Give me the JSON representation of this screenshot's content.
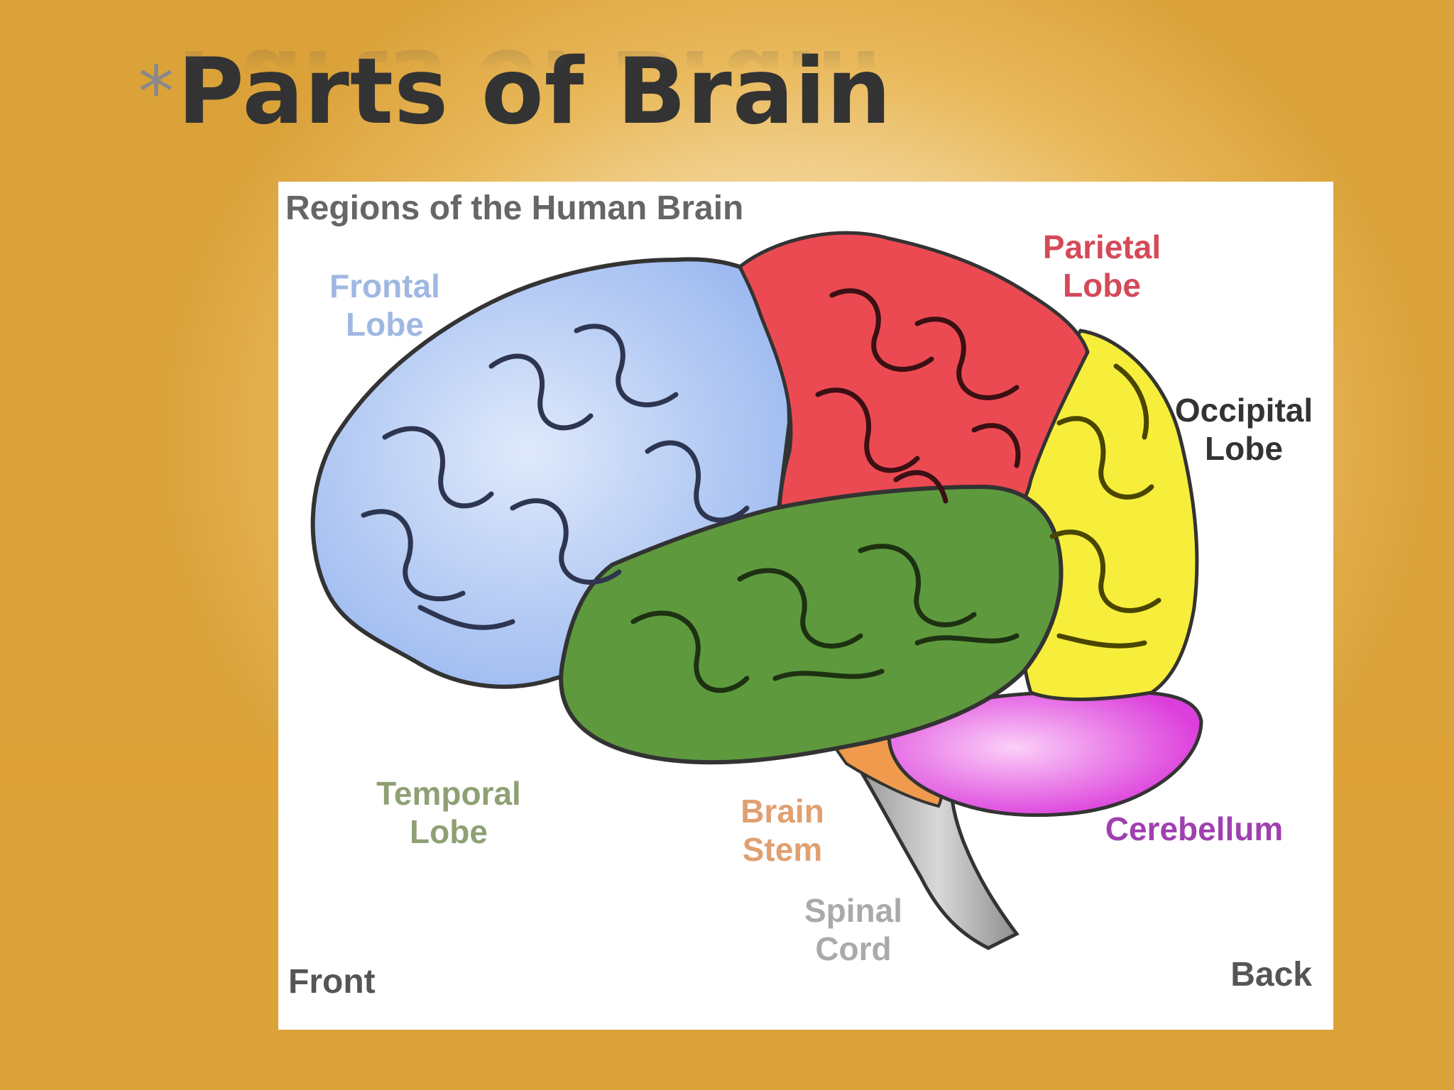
{
  "slide": {
    "bullet": "*",
    "title": "Parts of Brain"
  },
  "figure": {
    "title": "Regions of the Human Brain",
    "labels": {
      "frontal": "Frontal\nLobe",
      "parietal": "Parietal\nLobe",
      "occipital": "Occipital\nLobe",
      "temporal": "Temporal\nLobe",
      "brain_stem": "Brain\nStem",
      "cerebellum": "Cerebellum",
      "spinal_cord": "Spinal\nCord"
    },
    "corners": {
      "front": "Front",
      "back": "Back"
    },
    "colors": {
      "frontal": "#a9c4f2",
      "parietal": "#ec4a52",
      "occipital": "#f6ee3a",
      "temporal": "#5e9a3d",
      "brain_stem": "#ef9a4d",
      "cerebellum": "#e050e0",
      "spinal_cord": "#b9b9b9"
    }
  }
}
